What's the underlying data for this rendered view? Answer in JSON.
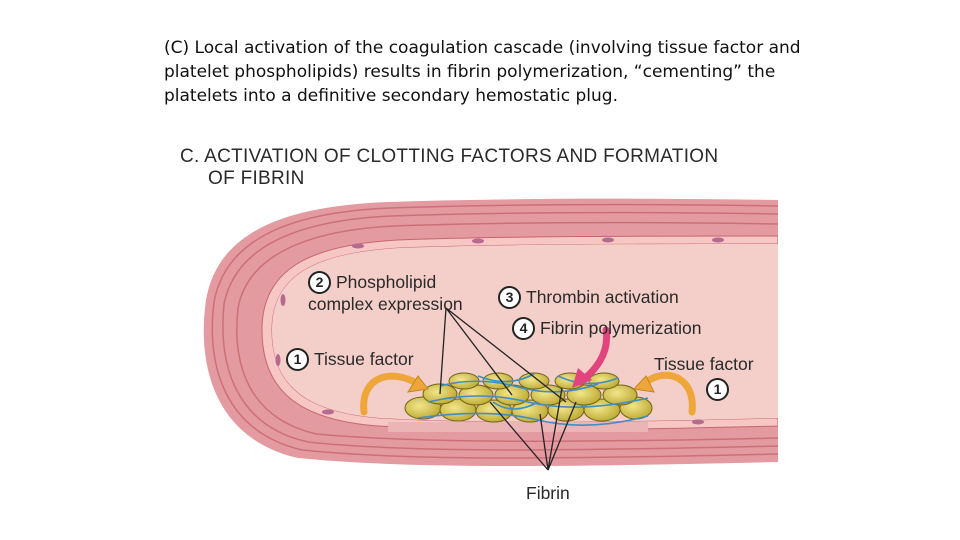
{
  "caption": {
    "lines": [
      "(C) Local activation of the coagulation cascade (involving tissue factor and",
      "platelet phospholipids) results in fibrin polymerization, “cementing” the",
      "platelets into a definitive secondary hemostatic plug."
    ]
  },
  "figure": {
    "heading_lines": [
      "C. ACTIVATION OF CLOTTING FACTORS AND FORMATION",
      "OF FIBRIN"
    ],
    "labels": {
      "phospholipid_num": "2",
      "phospholipid_line1": "Phospholipid",
      "phospholipid_line2": "complex expression",
      "thrombin_num": "3",
      "thrombin": "Thrombin activation",
      "fibrin_poly_num": "4",
      "fibrin_poly": "Fibrin polymerization",
      "tissue_left_num": "1",
      "tissue_left": "Tissue factor",
      "tissue_right": "Tissue factor",
      "tissue_right_num": "1",
      "fibrin": "Fibrin"
    },
    "colors": {
      "vessel_wall": "#e39aa0",
      "lumen": "#f4cfc9",
      "platelet": "#d8c44a",
      "fibrin_strand": "#3c8fc8",
      "curved_arrow": "#eea63b",
      "thrombin_arrow": "#e2457e"
    }
  }
}
